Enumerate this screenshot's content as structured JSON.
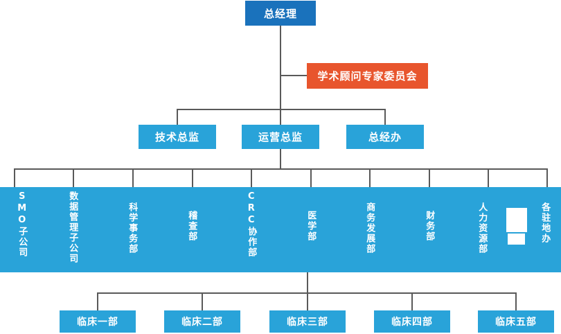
{
  "chart": {
    "title_box": {
      "label": "总经理"
    },
    "advisory_box": {
      "label": "学术顾问专家委员会"
    },
    "directors": [
      {
        "label": "技术总监"
      },
      {
        "label": "运营总监"
      },
      {
        "label": "总经办"
      }
    ],
    "departments": [
      {
        "label": "SMO子公司"
      },
      {
        "label": "数据管理子公司"
      },
      {
        "label": "科学事务部"
      },
      {
        "label": "稽查部"
      },
      {
        "label": "CRC协作部"
      },
      {
        "label": "医学部"
      },
      {
        "label": "商务发展部"
      },
      {
        "label": "财务部"
      },
      {
        "label": "人力资源部"
      },
      {
        "label": "各驻地办"
      }
    ],
    "clinical_units": [
      {
        "label": "临床一部"
      },
      {
        "label": "临床二部"
      },
      {
        "label": "临床三部"
      },
      {
        "label": "临床四部"
      },
      {
        "label": "临床五部"
      }
    ],
    "colors": {
      "top_box": "#1A72BC",
      "box": "#29A3D9",
      "advisory": "#E8552D",
      "line": "#595959",
      "text": "#FFFFFF",
      "background": "#FFFFFF"
    }
  }
}
